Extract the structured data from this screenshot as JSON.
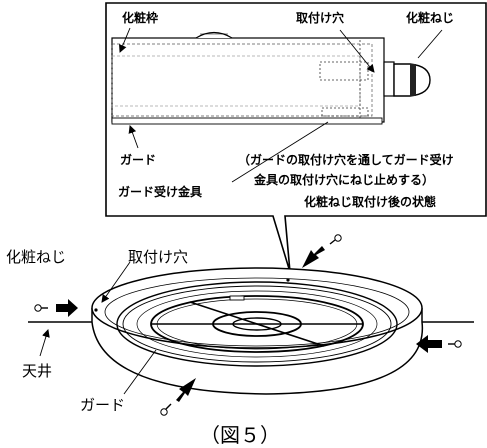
{
  "inset": {
    "trim_frame_label": "化粧枠",
    "mount_hole_label": "取付け穴",
    "trim_screw_label": "化粧ねじ",
    "guard_label": "ガード",
    "guard_bracket_label": "ガード受け金具",
    "note_line1": "（ガードの取付け穴を通してガード受け",
    "note_line2": "金具の取付け穴にねじ止めする）",
    "state_caption": "化粧ねじ取付け後の状態"
  },
  "main": {
    "trim_screw_label": "化粧ねじ",
    "mount_hole_label": "取付け穴",
    "ceiling_label": "天井",
    "guard_label": "ガード"
  },
  "figure_caption": "（図５）"
}
